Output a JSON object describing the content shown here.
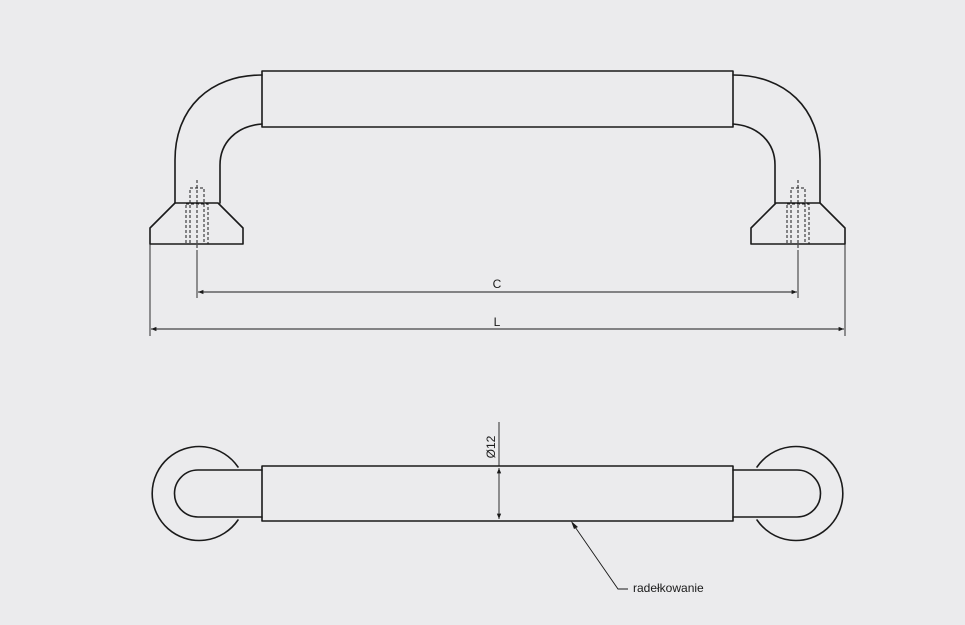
{
  "dimensions": {
    "c_label": "C",
    "l_label": "L",
    "diameter_label": "Ø12"
  },
  "annotations": {
    "knurling_label": "radełkowanie"
  },
  "colors": {
    "background": "#ebebed",
    "line": "#1a1a1a"
  }
}
